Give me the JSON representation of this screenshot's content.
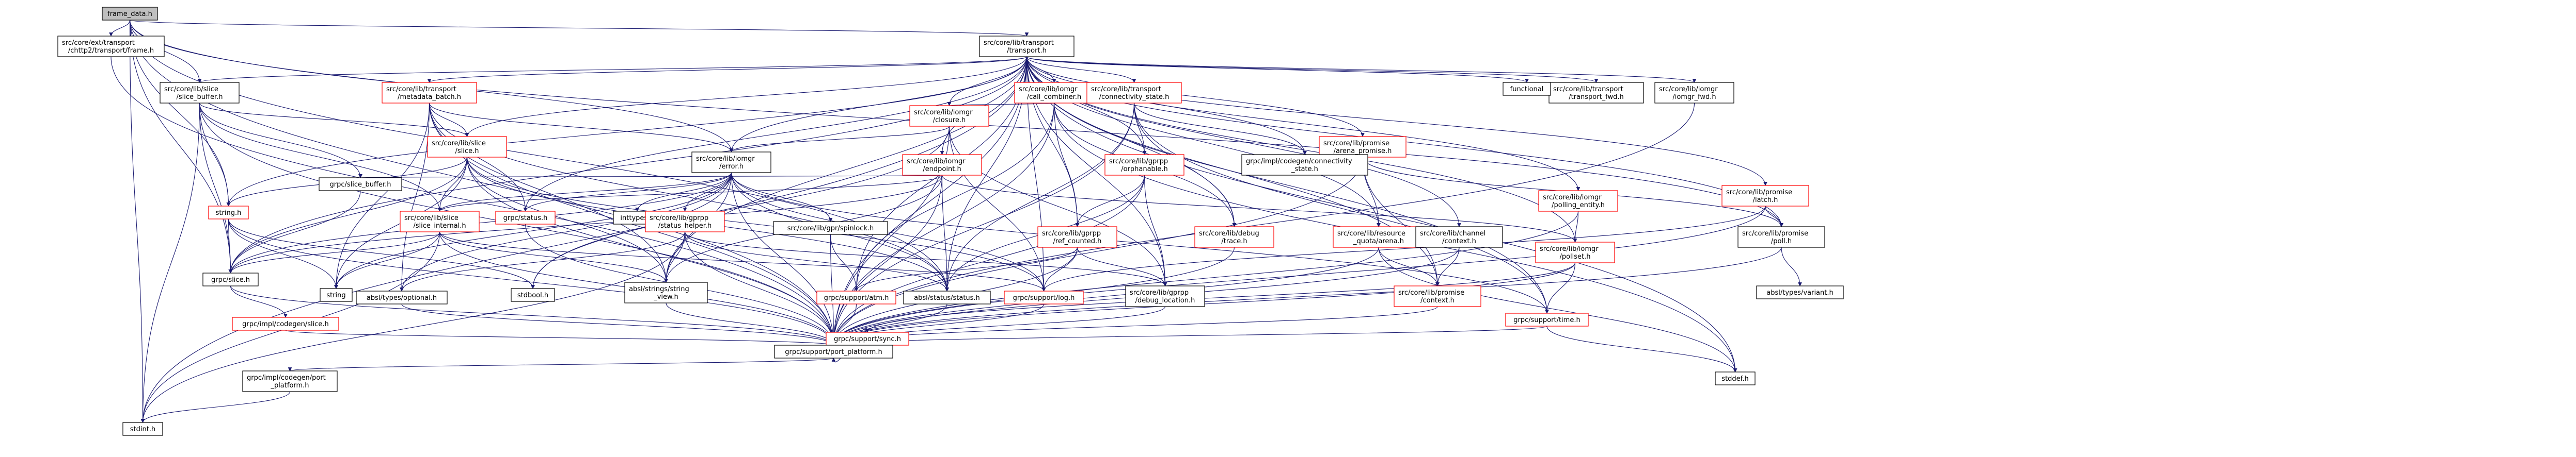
{
  "diagram": {
    "colors": {
      "root_fill": "#bfbfbf",
      "node_fill": "#ffffff",
      "border_normal": "#000000",
      "border_truncated": "#ff0000",
      "text": "#000000",
      "edge": "#191970"
    },
    "nodes": [
      {
        "id": "root",
        "lines": [
          "frame_data.h"
        ],
        "style": "root"
      },
      {
        "id": "ext_frame",
        "lines": [
          "src/core/ext/transport",
          "/chttp2/transport/frame.h"
        ],
        "style": "normal"
      },
      {
        "id": "lib_transport",
        "lines": [
          "src/core/lib/transport",
          "/transport.h"
        ],
        "style": "normal"
      },
      {
        "id": "slice_buffer_core",
        "lines": [
          "src/core/lib/slice",
          "/slice_buffer.h"
        ],
        "style": "normal"
      },
      {
        "id": "metadata_batch",
        "lines": [
          "src/core/lib/transport",
          "/metadata_batch.h"
        ],
        "style": "truncated"
      },
      {
        "id": "call_combiner",
        "lines": [
          "src/core/lib/iomgr",
          "/call_combiner.h"
        ],
        "style": "truncated"
      },
      {
        "id": "closure",
        "lines": [
          "src/core/lib/iomgr",
          "/closure.h"
        ],
        "style": "truncated"
      },
      {
        "id": "connectivity_state",
        "lines": [
          "src/core/lib/transport",
          "/connectivity_state.h"
        ],
        "style": "truncated"
      },
      {
        "id": "arena_promise",
        "lines": [
          "src/core/lib/promise",
          "/arena_promise.h"
        ],
        "style": "truncated"
      },
      {
        "id": "iomgr_fwd",
        "lines": [
          "src/core/lib/iomgr",
          "/iomgr_fwd.h"
        ],
        "style": "normal"
      },
      {
        "id": "transport_fwd",
        "lines": [
          "src/core/lib/transport",
          "/transport_fwd.h"
        ],
        "style": "normal"
      },
      {
        "id": "functional",
        "lines": [
          "functional"
        ],
        "style": "normal"
      },
      {
        "id": "slice_h",
        "lines": [
          "src/core/lib/slice",
          "/slice.h"
        ],
        "style": "truncated"
      },
      {
        "id": "error_h",
        "lines": [
          "src/core/lib/iomgr",
          "/error.h"
        ],
        "style": "normal"
      },
      {
        "id": "endpoint_h",
        "lines": [
          "src/core/lib/iomgr",
          "/endpoint.h"
        ],
        "style": "truncated"
      },
      {
        "id": "orphanable",
        "lines": [
          "src/core/lib/gprpp",
          "/orphanable.h"
        ],
        "style": "truncated"
      },
      {
        "id": "impl_connectivity",
        "lines": [
          "grpc/impl/codegen/connectivity",
          "_state.h"
        ],
        "style": "normal"
      },
      {
        "id": "polling_entity",
        "lines": [
          "src/core/lib/iomgr",
          "/polling_entity.h"
        ],
        "style": "truncated"
      },
      {
        "id": "latch",
        "lines": [
          "src/core/lib/promise",
          "/latch.h"
        ],
        "style": "truncated"
      },
      {
        "id": "string_h",
        "lines": [
          "string.h"
        ],
        "style": "truncated"
      },
      {
        "id": "grpc_slice_buffer",
        "lines": [
          "grpc/slice_buffer.h"
        ],
        "style": "normal"
      },
      {
        "id": "slice_internal",
        "lines": [
          "src/core/lib/slice",
          "/slice_internal.h"
        ],
        "style": "truncated"
      },
      {
        "id": "grpc_status",
        "lines": [
          "grpc/status.h"
        ],
        "style": "truncated"
      },
      {
        "id": "inttypes",
        "lines": [
          "inttypes.h"
        ],
        "style": "normal"
      },
      {
        "id": "status_helper",
        "lines": [
          "src/core/lib/gprpp",
          "/status_helper.h"
        ],
        "style": "truncated"
      },
      {
        "id": "spinlock",
        "lines": [
          "src/core/lib/gpr/spinlock.h"
        ],
        "style": "normal"
      },
      {
        "id": "ref_counted",
        "lines": [
          "src/core/lib/gprpp",
          "/ref_counted.h"
        ],
        "style": "truncated"
      },
      {
        "id": "debug_trace",
        "lines": [
          "src/core/lib/debug",
          "/trace.h"
        ],
        "style": "truncated"
      },
      {
        "id": "memory_quota",
        "lines": [
          "src/core/lib/resource",
          "_quota/arena.h"
        ],
        "style": "truncated"
      },
      {
        "id": "channel_context",
        "lines": [
          "src/core/lib/channel",
          "/context.h"
        ],
        "style": "normal"
      },
      {
        "id": "pollset",
        "lines": [
          "src/core/lib/iomgr",
          "/pollset.h"
        ],
        "style": "truncated"
      },
      {
        "id": "poll_h",
        "lines": [
          "src/core/lib/promise",
          "/poll.h"
        ],
        "style": "normal"
      },
      {
        "id": "grpc_slice",
        "lines": [
          "grpc/slice.h"
        ],
        "style": "normal"
      },
      {
        "id": "string",
        "lines": [
          "string"
        ],
        "style": "normal"
      },
      {
        "id": "optional",
        "lines": [
          "absl/types/optional.h"
        ],
        "style": "normal"
      },
      {
        "id": "stdbool",
        "lines": [
          "stdbool.h"
        ],
        "style": "normal"
      },
      {
        "id": "string_view",
        "lines": [
          "absl/strings/string",
          "_view.h"
        ],
        "style": "normal"
      },
      {
        "id": "atm",
        "lines": [
          "grpc/support/atm.h"
        ],
        "style": "truncated"
      },
      {
        "id": "absl_status",
        "lines": [
          "absl/status/status.h"
        ],
        "style": "normal"
      },
      {
        "id": "log_h",
        "lines": [
          "grpc/support/log.h"
        ],
        "style": "truncated"
      },
      {
        "id": "debug_location",
        "lines": [
          "src/core/lib/gprpp",
          "/debug_location.h"
        ],
        "style": "normal"
      },
      {
        "id": "promise_context",
        "lines": [
          "src/core/lib/promise",
          "/context.h"
        ],
        "style": "truncated"
      },
      {
        "id": "time_h",
        "lines": [
          "grpc/support/time.h"
        ],
        "style": "truncated"
      },
      {
        "id": "variant",
        "lines": [
          "absl/types/variant.h"
        ],
        "style": "normal"
      },
      {
        "id": "impl_slice",
        "lines": [
          "grpc/impl/codegen/slice.h"
        ],
        "style": "truncated"
      },
      {
        "id": "sync_h",
        "lines": [
          "grpc/support/sync.h"
        ],
        "style": "truncated"
      },
      {
        "id": "port_platform",
        "lines": [
          "grpc/support/port_platform.h"
        ],
        "style": "normal"
      },
      {
        "id": "impl_port_platform",
        "lines": [
          "grpc/impl/codegen/port",
          "_platform.h"
        ],
        "style": "normal"
      },
      {
        "id": "stddef",
        "lines": [
          "stddef.h"
        ],
        "style": "normal"
      },
      {
        "id": "stdint",
        "lines": [
          "stdint.h"
        ],
        "style": "normal"
      }
    ],
    "edges": [
      [
        "root",
        "ext_frame"
      ],
      [
        "root",
        "lib_transport"
      ],
      [
        "root",
        "slice_buffer_core"
      ],
      [
        "root",
        "grpc_slice"
      ],
      [
        "root",
        "port_platform"
      ],
      [
        "root",
        "stdint"
      ],
      [
        "root",
        "error_h"
      ],
      [
        "root",
        "absl_status"
      ],
      [
        "root",
        "string_h"
      ],
      [
        "root",
        "poll_h"
      ],
      [
        "ext_frame",
        "port_platform"
      ],
      [
        "lib_transport",
        "functional"
      ],
      [
        "lib_transport",
        "transport_fwd"
      ],
      [
        "lib_transport",
        "iomgr_fwd"
      ],
      [
        "lib_transport",
        "call_combiner"
      ],
      [
        "lib_transport",
        "closure"
      ],
      [
        "lib_transport",
        "metadata_batch"
      ],
      [
        "lib_transport",
        "slice_buffer_core"
      ],
      [
        "lib_transport",
        "slice_h"
      ],
      [
        "lib_transport",
        "connectivity_state"
      ],
      [
        "lib_transport",
        "arena_promise"
      ],
      [
        "lib_transport",
        "endpoint_h"
      ],
      [
        "lib_transport",
        "error_h"
      ],
      [
        "lib_transport",
        "impl_connectivity"
      ],
      [
        "lib_transport",
        "polling_entity"
      ],
      [
        "lib_transport",
        "latch"
      ],
      [
        "lib_transport",
        "pollset"
      ],
      [
        "lib_transport",
        "channel_context"
      ],
      [
        "lib_transport",
        "memory_quota"
      ],
      [
        "lib_transport",
        "debug_trace"
      ],
      [
        "lib_transport",
        "ref_counted"
      ],
      [
        "lib_transport",
        "orphanable"
      ],
      [
        "lib_transport",
        "grpc_status"
      ],
      [
        "lib_transport",
        "log_h"
      ],
      [
        "lib_transport",
        "port_platform"
      ],
      [
        "lib_transport",
        "stddef"
      ],
      [
        "lib_transport",
        "stdint"
      ],
      [
        "lib_transport",
        "string_h"
      ],
      [
        "lib_transport",
        "debug_location"
      ],
      [
        "lib_transport",
        "absl_status"
      ],
      [
        "lib_transport",
        "string_view"
      ],
      [
        "lib_transport",
        "atm"
      ],
      [
        "lib_transport",
        "grpc_slice"
      ],
      [
        "lib_transport",
        "promise_context"
      ],
      [
        "lib_transport",
        "poll_h"
      ],
      [
        "lib_transport",
        "time_h"
      ],
      [
        "slice_buffer_core",
        "string_h"
      ],
      [
        "slice_buffer_core",
        "grpc_slice_buffer"
      ],
      [
        "slice_buffer_core",
        "slice_h"
      ],
      [
        "slice_buffer_core",
        "grpc_slice"
      ],
      [
        "slice_buffer_core",
        "port_platform"
      ],
      [
        "slice_buffer_core",
        "stdint"
      ],
      [
        "slice_buffer_core",
        "slice_internal"
      ],
      [
        "metadata_batch",
        "slice_h"
      ],
      [
        "metadata_batch",
        "optional"
      ],
      [
        "metadata_batch",
        "port_platform"
      ],
      [
        "metadata_batch",
        "grpc_status"
      ],
      [
        "metadata_batch",
        "string_view"
      ],
      [
        "metadata_batch",
        "error_h"
      ],
      [
        "metadata_batch",
        "string"
      ],
      [
        "metadata_batch",
        "absl_status"
      ],
      [
        "call_combiner",
        "closure"
      ],
      [
        "call_combiner",
        "port_platform"
      ],
      [
        "call_combiner",
        "ref_counted"
      ],
      [
        "call_combiner",
        "stddef"
      ],
      [
        "call_combiner",
        "atm"
      ],
      [
        "call_combiner",
        "debug_trace"
      ],
      [
        "closure",
        "port_platform"
      ],
      [
        "closure",
        "log_h"
      ],
      [
        "closure",
        "error_h"
      ],
      [
        "closure",
        "debug_location"
      ],
      [
        "closure",
        "stdbool"
      ],
      [
        "connectivity_state",
        "orphanable"
      ],
      [
        "connectivity_state",
        "impl_connectivity"
      ],
      [
        "connectivity_state",
        "debug_trace"
      ],
      [
        "connectivity_state",
        "absl_status"
      ],
      [
        "connectivity_state",
        "port_platform"
      ],
      [
        "connectivity_state",
        "time_h"
      ],
      [
        "arena_promise",
        "memory_quota"
      ],
      [
        "arena_promise",
        "poll_h"
      ],
      [
        "arena_promise",
        "port_platform"
      ],
      [
        "arena_promise",
        "promise_context"
      ],
      [
        "iomgr_fwd",
        "port_platform"
      ],
      [
        "slice_h",
        "string_h"
      ],
      [
        "slice_h",
        "slice_internal"
      ],
      [
        "slice_h",
        "grpc_slice"
      ],
      [
        "slice_h",
        "port_platform"
      ],
      [
        "slice_h",
        "string"
      ],
      [
        "slice_h",
        "string_view"
      ],
      [
        "slice_h",
        "log_h"
      ],
      [
        "slice_h",
        "absl_status"
      ],
      [
        "error_h",
        "inttypes"
      ],
      [
        "error_h",
        "stdbool"
      ],
      [
        "error_h",
        "string_view"
      ],
      [
        "error_h",
        "status_helper"
      ],
      [
        "error_h",
        "spinlock"
      ],
      [
        "error_h",
        "grpc_slice"
      ],
      [
        "error_h",
        "grpc_status"
      ],
      [
        "error_h",
        "log_h"
      ],
      [
        "error_h",
        "port_platform"
      ],
      [
        "error_h",
        "absl_status"
      ],
      [
        "error_h",
        "slice_internal"
      ],
      [
        "error_h",
        "optional"
      ],
      [
        "error_h",
        "string"
      ],
      [
        "error_h",
        "time_h"
      ],
      [
        "endpoint_h",
        "slice_internal"
      ],
      [
        "endpoint_h",
        "grpc_slice_buffer"
      ],
      [
        "endpoint_h",
        "grpc_slice"
      ],
      [
        "endpoint_h",
        "port_platform"
      ],
      [
        "endpoint_h",
        "pollset"
      ],
      [
        "endpoint_h",
        "absl_status"
      ],
      [
        "endpoint_h",
        "string_view"
      ],
      [
        "orphanable",
        "ref_counted"
      ],
      [
        "orphanable",
        "debug_location"
      ],
      [
        "orphanable",
        "port_platform"
      ],
      [
        "orphanable",
        "absl_status"
      ],
      [
        "polling_entity",
        "pollset"
      ],
      [
        "polling_entity",
        "port_platform"
      ],
      [
        "latch",
        "poll_h"
      ],
      [
        "latch",
        "port_platform"
      ],
      [
        "latch",
        "log_h"
      ],
      [
        "string_h",
        "grpc_slice"
      ],
      [
        "string_h",
        "string"
      ],
      [
        "string_h",
        "stdbool"
      ],
      [
        "string_h",
        "port_platform"
      ],
      [
        "grpc_slice_buffer",
        "grpc_slice"
      ],
      [
        "slice_internal",
        "grpc_slice"
      ],
      [
        "slice_internal",
        "port_platform"
      ],
      [
        "slice_internal",
        "string"
      ],
      [
        "slice_internal",
        "string_view"
      ],
      [
        "slice_internal",
        "stdint"
      ],
      [
        "slice_internal",
        "log_h"
      ],
      [
        "grpc_status",
        "port_platform"
      ],
      [
        "status_helper",
        "optional"
      ],
      [
        "status_helper",
        "absl_status"
      ],
      [
        "status_helper",
        "port_platform"
      ],
      [
        "status_helper",
        "string_view"
      ],
      [
        "status_helper",
        "debug_location"
      ],
      [
        "status_helper",
        "stdint"
      ],
      [
        "spinlock",
        "atm"
      ],
      [
        "spinlock",
        "port_platform"
      ],
      [
        "ref_counted",
        "log_h"
      ],
      [
        "ref_counted",
        "debug_location"
      ],
      [
        "ref_counted",
        "port_platform"
      ],
      [
        "ref_counted",
        "atm"
      ],
      [
        "debug_trace",
        "port_platform"
      ],
      [
        "memory_quota",
        "promise_context"
      ],
      [
        "memory_quota",
        "port_platform"
      ],
      [
        "memory_quota",
        "stddef"
      ],
      [
        "channel_context",
        "promise_context"
      ],
      [
        "channel_context",
        "port_platform"
      ],
      [
        "pollset",
        "time_h"
      ],
      [
        "pollset",
        "port_platform"
      ],
      [
        "pollset",
        "sync_h"
      ],
      [
        "poll_h",
        "variant"
      ],
      [
        "poll_h",
        "port_platform"
      ],
      [
        "grpc_slice",
        "impl_slice"
      ],
      [
        "grpc_slice",
        "port_platform"
      ],
      [
        "atm",
        "port_platform"
      ],
      [
        "log_h",
        "port_platform"
      ],
      [
        "debug_location",
        "port_platform"
      ],
      [
        "promise_context",
        "port_platform"
      ],
      [
        "time_h",
        "port_platform"
      ],
      [
        "time_h",
        "stddef"
      ],
      [
        "impl_slice",
        "port_platform"
      ],
      [
        "sync_h",
        "port_platform"
      ],
      [
        "port_platform",
        "impl_port_platform"
      ],
      [
        "impl_port_platform",
        "stdint"
      ],
      [
        "optional",
        "port_platform"
      ],
      [
        "absl_status",
        "port_platform"
      ],
      [
        "string_view",
        "port_platform"
      ]
    ]
  }
}
